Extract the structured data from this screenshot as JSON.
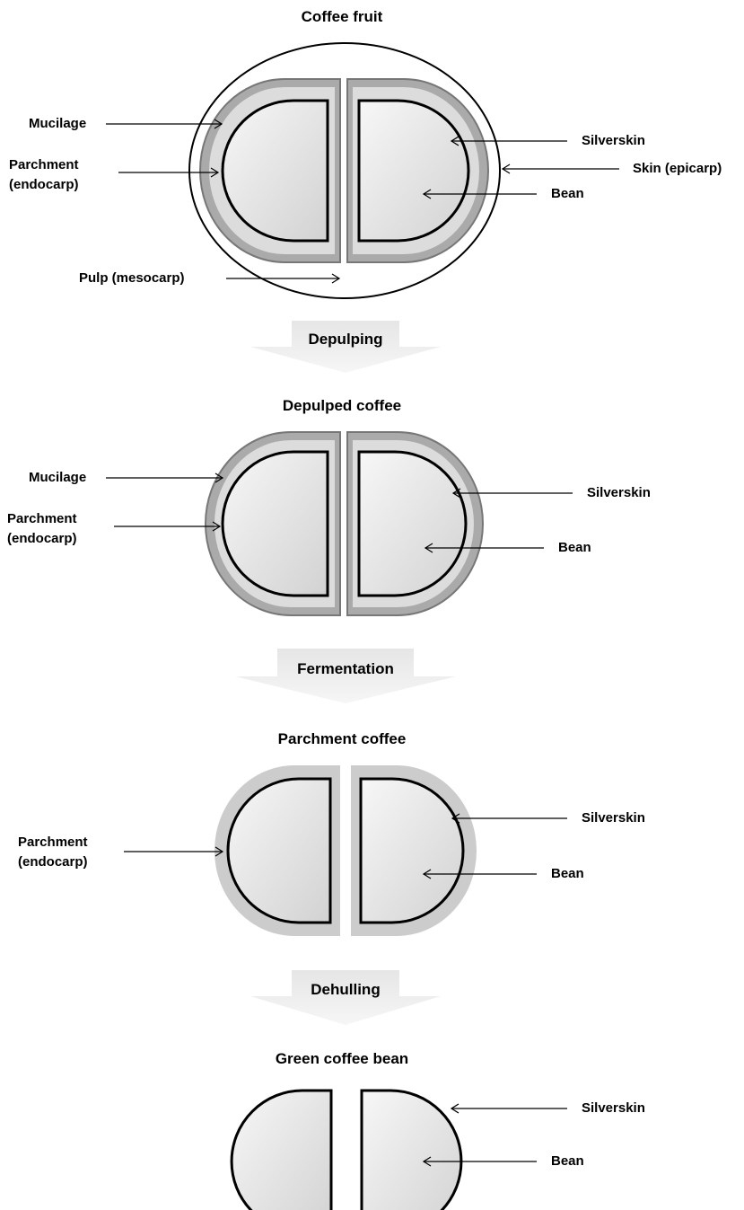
{
  "stages": [
    {
      "title": "Coffee fruit",
      "labels": {
        "mucilage": "Mucilage",
        "parchment_line1": "Parchment",
        "parchment_line2": "(endocarp)",
        "silverskin": "Silverskin",
        "skin": "Skin (epicarp)",
        "bean": "Bean",
        "pulp": "Pulp (mesocarp)"
      }
    },
    {
      "title": "Depulped coffee",
      "labels": {
        "mucilage": "Mucilage",
        "parchment_line1": "Parchment",
        "parchment_line2": "(endocarp)",
        "silverskin": "Silverskin",
        "bean": "Bean"
      }
    },
    {
      "title": "Parchment coffee",
      "labels": {
        "parchment_line1": "Parchment",
        "parchment_line2": "(endocarp)",
        "silverskin": "Silverskin",
        "bean": "Bean"
      }
    },
    {
      "title": "Green coffee bean",
      "labels": {
        "silverskin": "Silverskin",
        "bean": "Bean"
      }
    }
  ],
  "steps": [
    "Depulping",
    "Fermentation",
    "Dehulling"
  ],
  "colors": {
    "parchment_outer": "#aaaaaa",
    "mucilage": "#dcdcdc",
    "parchment_light": "#cccccc",
    "bean_light": "#f7f7f7",
    "bean_dark": "#d2d2d2",
    "outline": "#000000"
  }
}
